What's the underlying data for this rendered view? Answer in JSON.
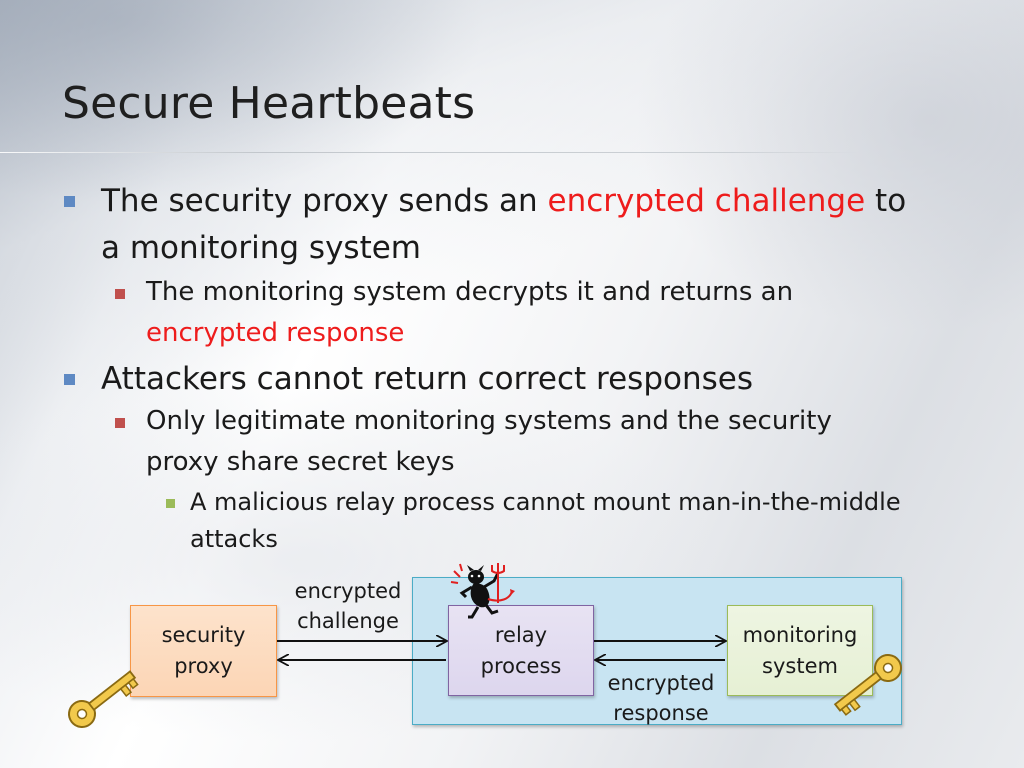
{
  "slide": {
    "title": "Secure Heartbeats",
    "bullets": {
      "b1_pre": "The security proxy sends an ",
      "b1_red": "encrypted challenge",
      "b1_post": " to",
      "b1_line2": "a monitoring system",
      "b1_sub_line1": "The monitoring system decrypts it and returns an",
      "b1_sub_red": "encrypted response",
      "b2": "Attackers cannot return correct responses",
      "b2_sub_line1": "Only legitimate monitoring systems and the security",
      "b2_sub_line2": "proxy share secret keys",
      "b2_subsub_line1": "A malicious relay process cannot mount man-in-the-middle",
      "b2_subsub_line2": "attacks"
    }
  },
  "diagram": {
    "security_proxy": {
      "line1": "security",
      "line2": "proxy"
    },
    "relay_process": {
      "line1": "relay",
      "line2": "process"
    },
    "monitoring_system": {
      "line1": "monitoring",
      "line2": "system"
    },
    "challenge_label": {
      "line1": "encrypted",
      "line2": "challenge"
    },
    "response_label": {
      "line1": "encrypted",
      "line2": "response"
    },
    "icons": [
      "key-icon",
      "key-icon",
      "devil-attacker-icon"
    ],
    "colors": {
      "security_proxy_fill": "#fcd5b5",
      "security_proxy_border": "#f79646",
      "relay_fill": "#ddd6ee",
      "relay_border": "#8064a2",
      "monitoring_fill": "#e6f0d4",
      "monitoring_border": "#9bbb59",
      "host_fill": "#c8e4f2",
      "host_border": "#4bacc6",
      "key": "#f2c94c"
    }
  }
}
